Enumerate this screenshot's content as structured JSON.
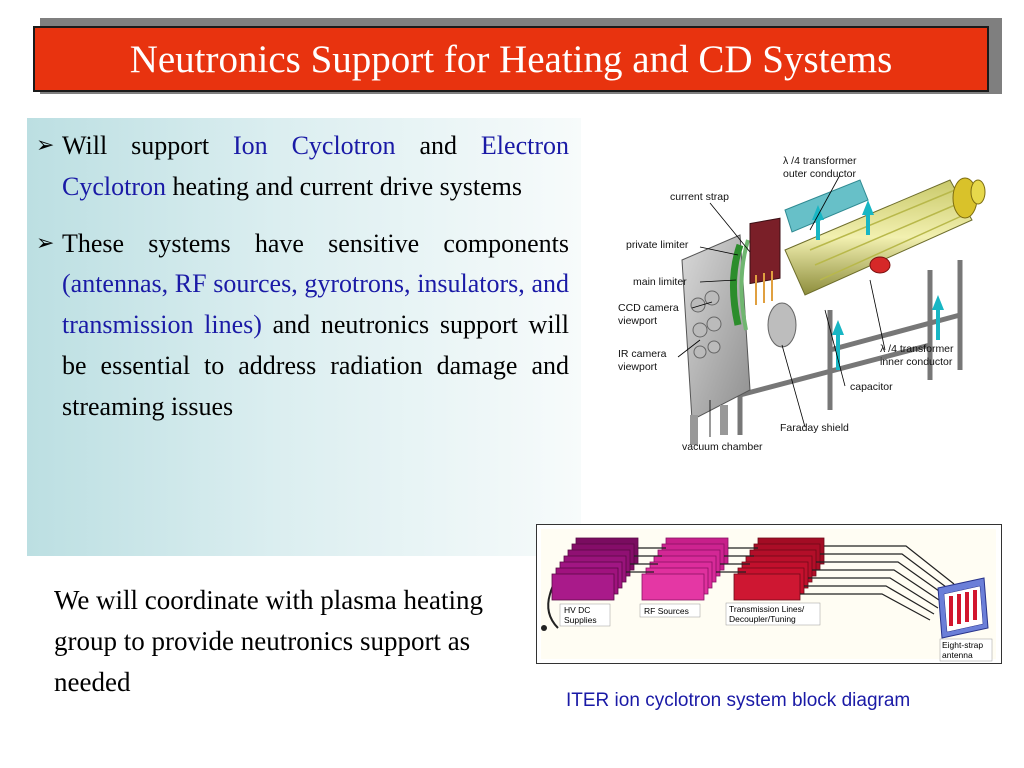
{
  "slide": {
    "title": "Neutronics Support for Heating and CD Systems",
    "bullets": [
      {
        "arrow": "➢",
        "parts": [
          {
            "text": "Will support ",
            "highlight": false
          },
          {
            "text": "Ion Cyclotron",
            "highlight": true
          },
          {
            "text": " and ",
            "highlight": false
          },
          {
            "text": "Electron Cyclotron",
            "highlight": true
          },
          {
            "text": " heating and current drive systems",
            "highlight": false
          }
        ]
      },
      {
        "arrow": "➢",
        "parts": [
          {
            "text": "These systems have sensitive components ",
            "highlight": false
          },
          {
            "text": "(antennas, RF sources, gyrotrons, insulators, and transmission lines)",
            "highlight": true
          },
          {
            "text": " and neutronics support will be essential to address radiation damage and streaming issues",
            "highlight": false
          }
        ]
      }
    ],
    "coordination_text": "We will coordinate with plasma heating group to provide neutronics support as needed",
    "caption": "ITER ion cyclotron system block diagram",
    "colors": {
      "title_bg": "#e8330f",
      "title_text": "#ffffff",
      "highlight_text": "#1a1aa6",
      "hv_block": "#a0127e",
      "rf_block": "#e0309e",
      "tl_block": "#c8102e"
    }
  },
  "device_diagram": {
    "labels": {
      "transformer_outer_1": "λ /4 transformer",
      "transformer_outer_2": "outer conductor",
      "current_strap": "current strap",
      "private_limiter": "private limiter",
      "main_limiter": "main limiter",
      "ccd_camera_1": "CCD camera",
      "ccd_camera_2": "viewport",
      "ir_camera_1": "IR camera",
      "ir_camera_2": "viewport",
      "transformer_inner_1": "λ /4 transformer",
      "transformer_inner_2": "inner conductor",
      "capacitor": "capacitor",
      "faraday_shield": "Faraday shield",
      "vacuum_chamber": "vacuum chamber"
    }
  },
  "block_diagram": {
    "hv_label_1": "HV DC",
    "hv_label_2": "Supplies",
    "rf_label": "RF Sources",
    "tl_label_1": "Transmission Lines/",
    "tl_label_2": "Decoupler/Tuning",
    "antenna_label_1": "Eight-strap",
    "antenna_label_2": "antenna"
  }
}
